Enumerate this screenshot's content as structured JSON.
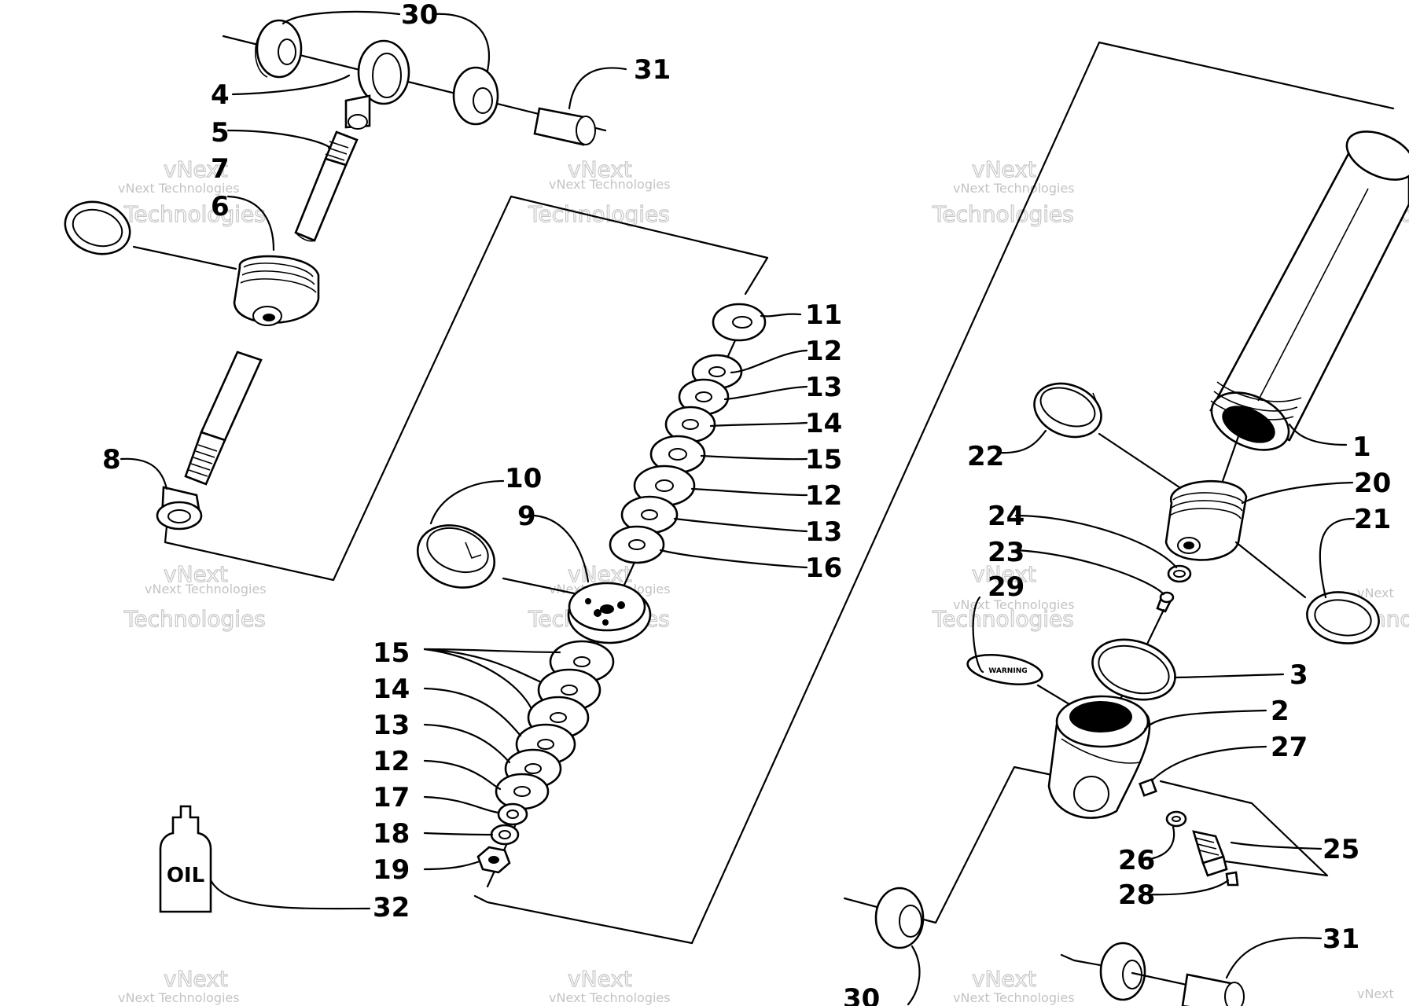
{
  "watermark": {
    "line1": "vNext Technologies",
    "line2": "Technologies",
    "line3": "vNext"
  },
  "callouts": {
    "p1": "1",
    "p2": "2",
    "p3": "3",
    "p4": "4",
    "p5": "5",
    "p6": "6",
    "p7": "7",
    "p8": "8",
    "p9": "9",
    "p10": "10",
    "p11": "11",
    "p12": "12",
    "p13": "13",
    "p14": "14",
    "p15": "15",
    "p16": "16",
    "p17": "17",
    "p18": "18",
    "p19": "19",
    "p20": "20",
    "p21": "21",
    "p22": "22",
    "p23": "23",
    "p24": "24",
    "p25": "25",
    "p26": "26",
    "p27": "27",
    "p28": "28",
    "p29": "29",
    "p30": "30",
    "p31": "31",
    "p32": "32"
  },
  "part_labels": {
    "oil_bottle": "OIL",
    "warning_decal": "WARNING"
  }
}
